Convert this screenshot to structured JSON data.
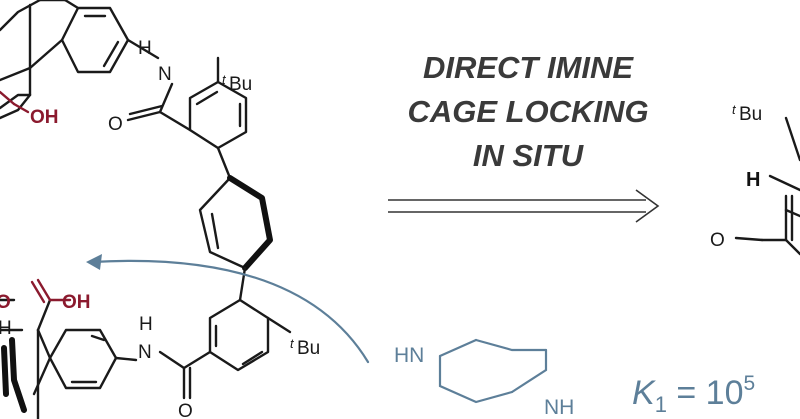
{
  "headline": {
    "line1": "DIRECT IMINE",
    "line2": "CAGE LOCKING",
    "line3": "IN SITU"
  },
  "labels": {
    "nh": "N",
    "h": "H",
    "oh": "OH",
    "o": "O",
    "tbu_sup": "t",
    "tbu": "Bu",
    "hn": "HN",
    "nh_piperazine": "NH",
    "h_bold": "H"
  },
  "equilibrium": {
    "k_symbol": "K",
    "k_sub": "1",
    "equals": " = 10",
    "exponent": "5"
  },
  "colors": {
    "acid": "#8b1a2e",
    "amine": "#5d7f99",
    "text": "#3a3a3a"
  }
}
